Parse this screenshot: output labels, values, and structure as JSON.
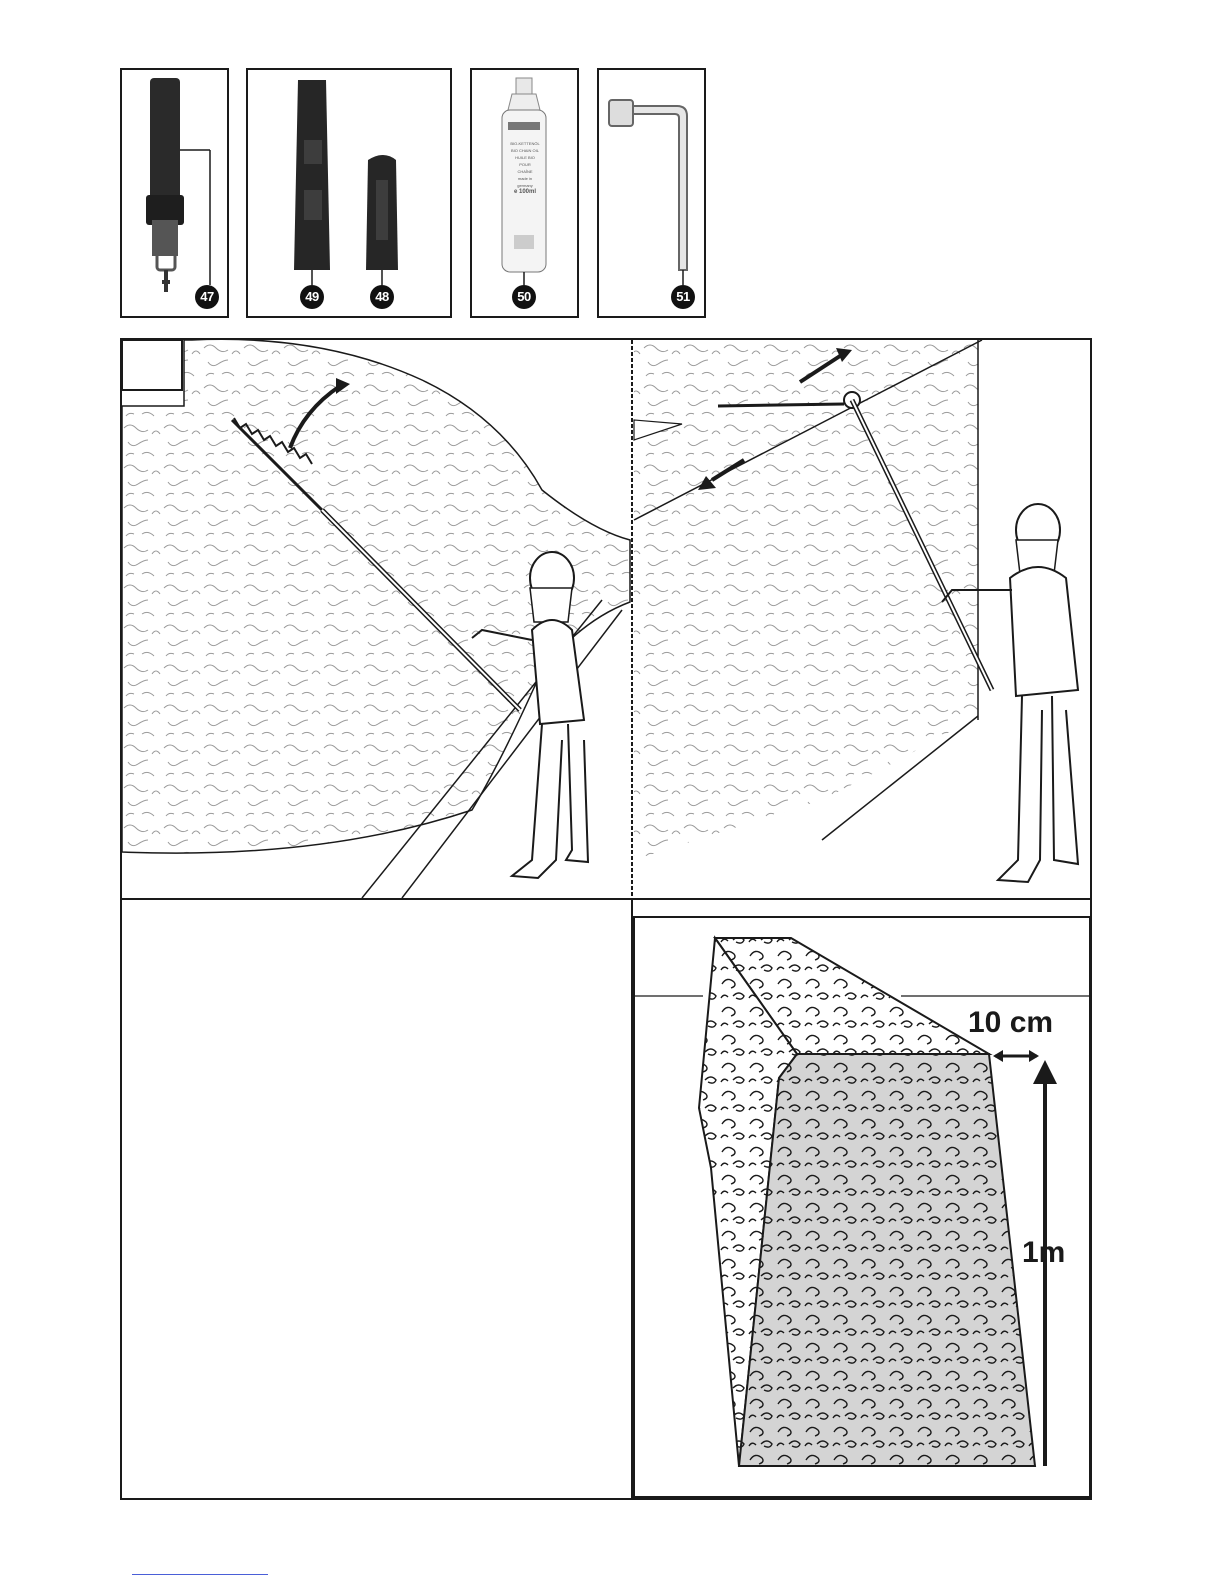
{
  "accessories": [
    {
      "number": "47",
      "name": "shoulder-strap"
    },
    {
      "number": "49",
      "name": "blade-cover-long"
    },
    {
      "number": "48",
      "name": "blade-cover-short"
    },
    {
      "number": "50",
      "name": "chain-oil-bottle"
    },
    {
      "number": "51",
      "name": "socket-wrench"
    }
  ],
  "oil_bottle": {
    "line1": "BIO-KETTENÖL",
    "line2": "BIO CHAIN OIL",
    "line3": "HUILE BIO",
    "line4": "POUR",
    "line5": "CHAÎNE",
    "line6": "made in",
    "line7": "germany",
    "volume": "e 100ml"
  },
  "hedge_diagram": {
    "width_label": "10 cm",
    "height_label": "1m"
  },
  "colors": {
    "line": "#1a1a1a",
    "hedge_fill": "#d4d4d4",
    "texture": "#9a9a9a"
  }
}
